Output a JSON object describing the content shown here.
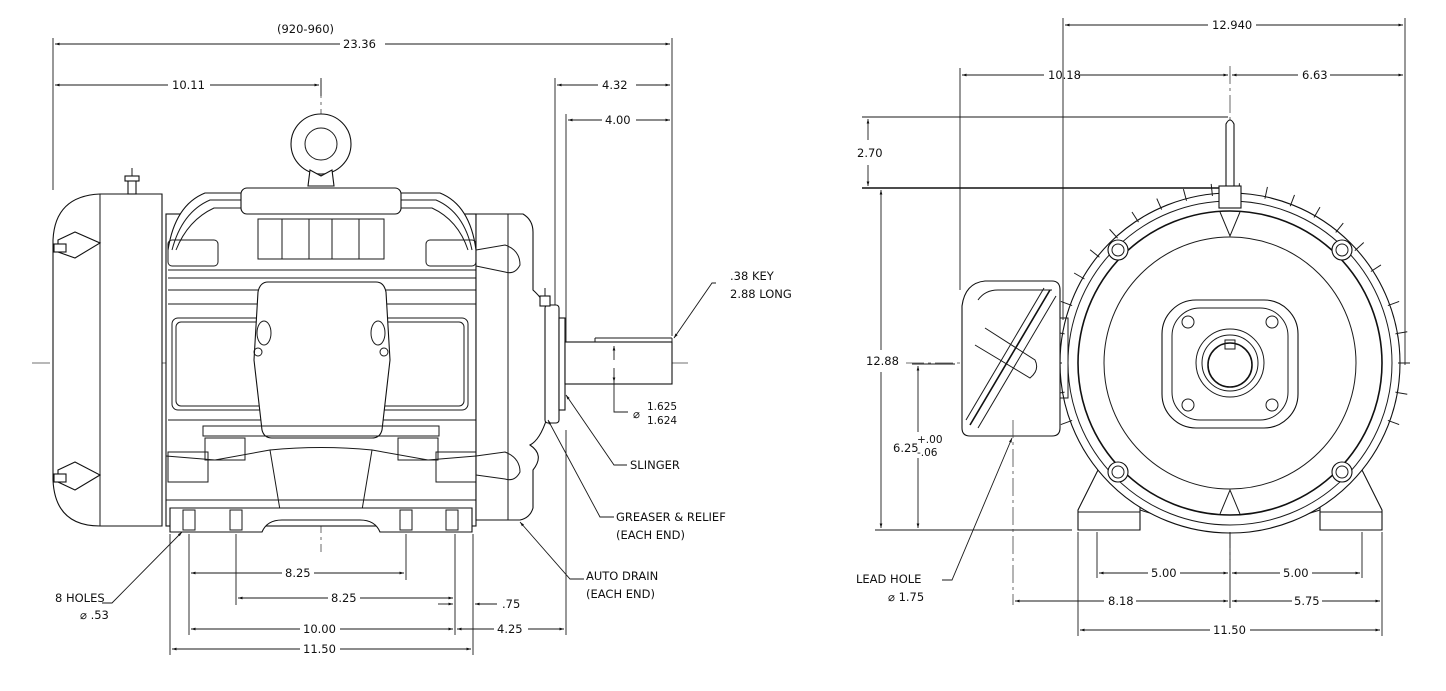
{
  "drawing": {
    "title": "Motor Outline Dimension Drawing",
    "units": "inches",
    "side_view": {
      "frame_range": "(920-960)",
      "dimensions": {
        "overall_length": "23.36",
        "fan_end_to_lifting_eye": "10.11",
        "shaft_extension_total": "4.32",
        "shaft_extension_usable": "4.00",
        "foot_hole_spacing_a": "8.25",
        "foot_hole_spacing_b": "8.25",
        "shoulder_offset": ".75",
        "foot_length_inner": "10.00",
        "foot_to_shaft_shoulder": "4.25",
        "foot_length_overall": "11.50"
      },
      "shaft_diameter": {
        "max": "1.625",
        "min": "1.624",
        "symbol": "⌀"
      },
      "callouts": {
        "key_line1": ".38 KEY",
        "key_line2": "2.88 LONG",
        "slinger": "SLINGER",
        "greaser_line1": "GREASER & RELIEF",
        "greaser_line2": "(EACH END)",
        "auto_drain_line1": "AUTO DRAIN",
        "auto_drain_line2": "(EACH END)",
        "holes_line1": "8 HOLES",
        "holes_line2": "⌀ .53"
      }
    },
    "end_view": {
      "dimensions": {
        "overall_width": "12.940",
        "centerline_to_conduit_box": "10.18",
        "centerline_to_frame_edge": "6.63",
        "lifting_eye_height": "2.70",
        "overall_height": "12.88",
        "shaft_height": "6.25",
        "shaft_height_tol_plus": "+.00",
        "shaft_height_tol_minus": "-.06",
        "foot_hole_left": "5.00",
        "foot_hole_right": "5.00",
        "centerline_to_lead_hole": "8.18",
        "centerline_to_foot_edge": "5.75",
        "foot_width_overall": "11.50"
      },
      "callouts": {
        "lead_hole_line1": "LEAD HOLE",
        "lead_hole_line2": "⌀ 1.75"
      }
    }
  }
}
